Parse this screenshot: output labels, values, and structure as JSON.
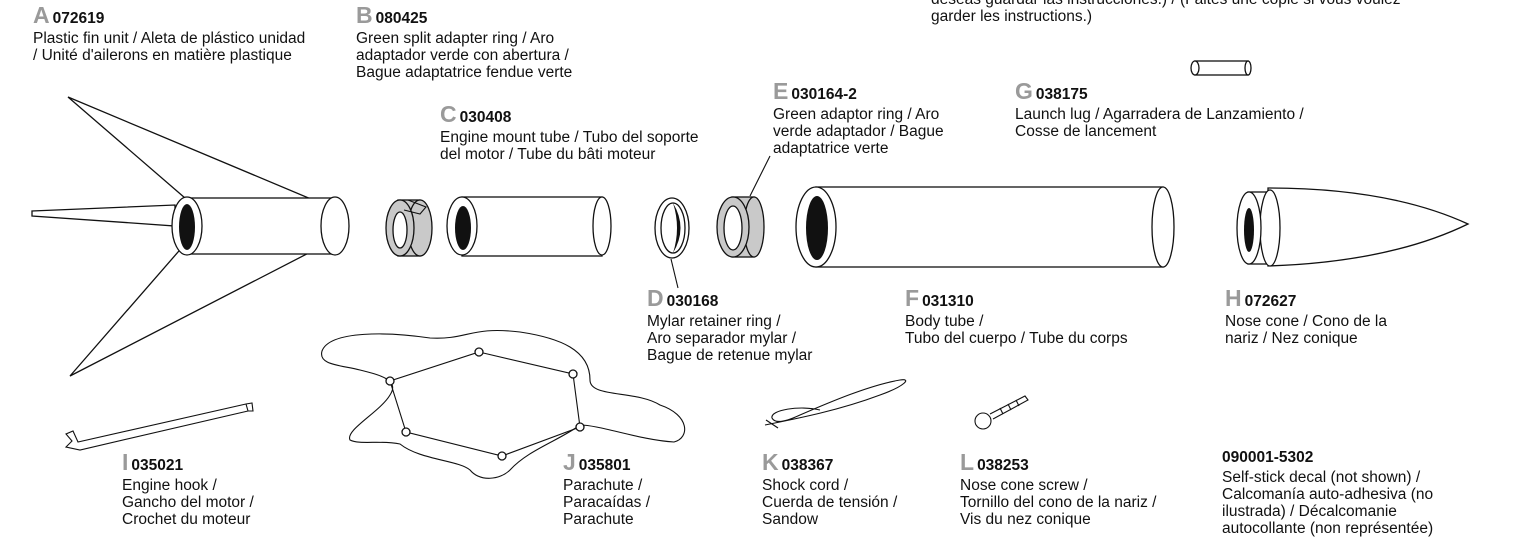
{
  "top_note": {
    "lines": [
      "deseas guardar las instrucciones.) / (Faites une copie si vous voulez",
      "garder les instructions.)"
    ]
  },
  "parts": [
    {
      "letter": "A",
      "code": "072619",
      "lines": [
        "Plastic fin unit / Aleta de plástico unidad",
        "/ Unité d'ailerons en matière plastique"
      ]
    },
    {
      "letter": "B",
      "code": "080425",
      "lines": [
        "Green split adapter ring / Aro",
        "adaptador verde con abertura /",
        "Bague adaptatrice fendue verte"
      ]
    },
    {
      "letter": "C",
      "code": "030408",
      "lines": [
        "Engine mount tube / Tubo del soporte",
        "del motor / Tube du bâti moteur"
      ]
    },
    {
      "letter": "D",
      "code": "030168",
      "lines": [
        "Mylar retainer ring /",
        "Aro separador mylar /",
        "Bague de retenue mylar"
      ]
    },
    {
      "letter": "E",
      "code": "030164-2",
      "lines": [
        "Green adaptor ring / Aro",
        "verde adaptador / Bague",
        "adaptatrice verte"
      ]
    },
    {
      "letter": "F",
      "code": "031310",
      "lines": [
        "Body tube /",
        "Tubo del cuerpo / Tube du corps"
      ]
    },
    {
      "letter": "G",
      "code": "038175",
      "lines": [
        "Launch lug / Agarradera de Lanzamiento /",
        "Cosse de lancement"
      ]
    },
    {
      "letter": "H",
      "code": "072627",
      "lines": [
        "Nose cone / Cono de la",
        "nariz / Nez conique"
      ]
    },
    {
      "letter": "I",
      "code": "035021",
      "lines": [
        "Engine hook /",
        "Gancho del motor /",
        "Crochet du moteur"
      ]
    },
    {
      "letter": "J",
      "code": "035801",
      "lines": [
        "Parachute /",
        "Paracaídas /",
        "Parachute"
      ]
    },
    {
      "letter": "K",
      "code": "038367",
      "lines": [
        "Shock cord /",
        "Cuerda de tensión /",
        "Sandow"
      ]
    },
    {
      "letter": "L",
      "code": "038253",
      "lines": [
        "Nose cone screw /",
        "Tornillo del cono de la nariz /",
        "Vis du nez conique"
      ]
    },
    {
      "letter": "",
      "code": "090001-5302",
      "lines": [
        "Self-stick decal (not shown) /",
        "Calcomanía auto-adhesiva (no",
        "ilustrada) / Décalcomanie",
        "autocollante (non représentée)"
      ]
    }
  ]
}
